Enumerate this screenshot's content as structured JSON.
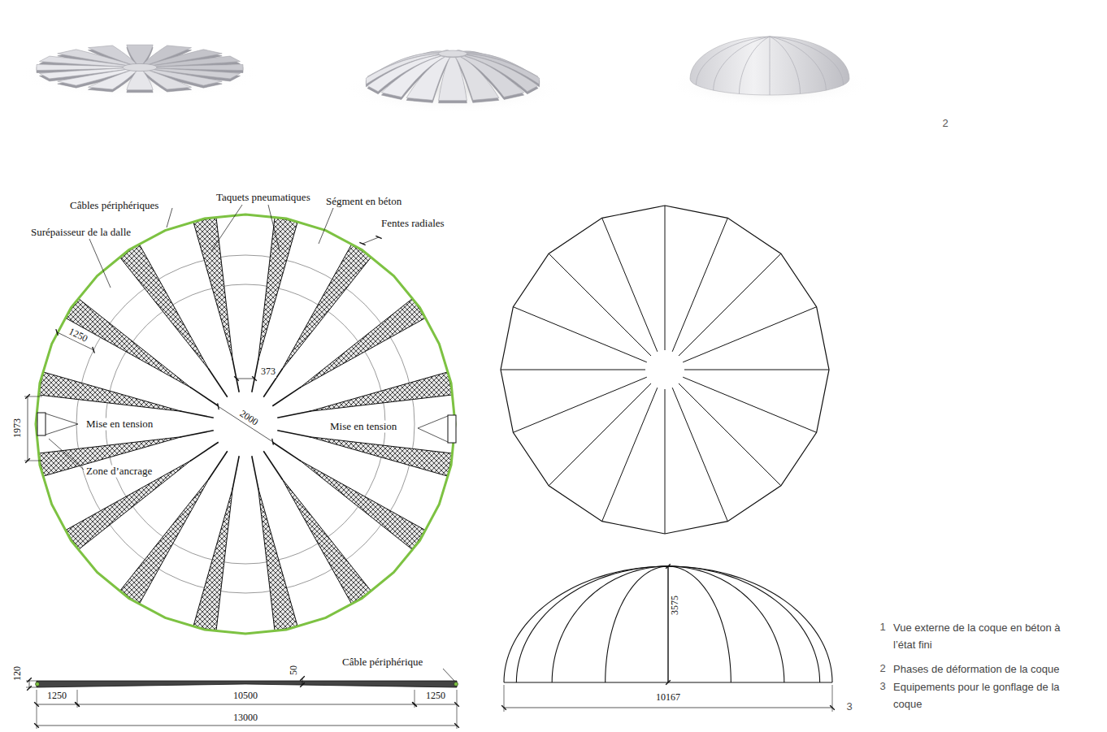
{
  "diagram": {
    "labels": [
      "2",
      "Câbles périphériques",
      "Taquets pneumatiques",
      "Ségment en béton",
      "Fentes radiales",
      "Surépaisseur de la dalle",
      "1250",
      "373",
      "2000",
      "1973",
      "Mise en tension",
      "Zone d’ancrage",
      "Mise en tension",
      "120",
      "50",
      "Câble périphérique",
      "1250",
      "10500",
      "1250",
      "13000",
      "3575",
      "10167",
      "3",
      "1",
      "Vue externe de la coque en béton à l’état fini",
      "2",
      "Phases de déformation de la coque",
      "3",
      "Equipements pour le gonflage de la coque"
    ]
  }
}
